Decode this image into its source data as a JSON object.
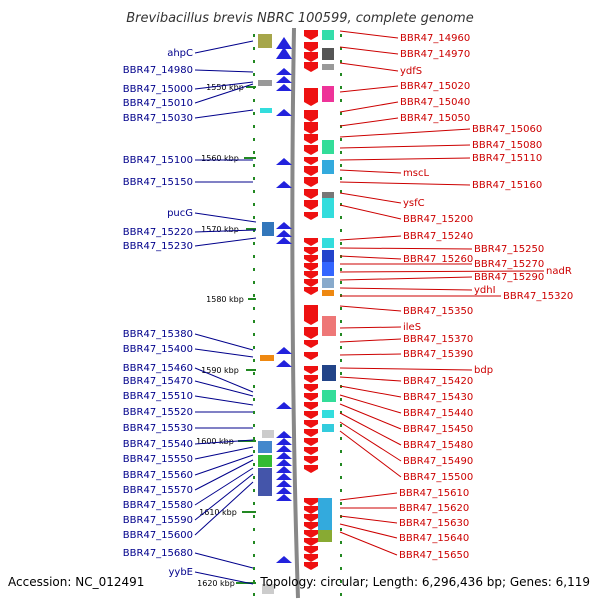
{
  "title": "Brevibacillus brevis NBRC 100599, complete genome",
  "footer": {
    "accession": "Accession: NC_012491",
    "topology": "Topology: circular; Length: 6,296,436 bp; Genes: 6,119"
  },
  "colors": {
    "forward_strand": "#2222dd",
    "reverse_strand": "#ee1111",
    "left_label": "#00008b",
    "right_label": "#cc0000",
    "backbone": "#888888",
    "tick": "#228822"
  },
  "scale_ticks": [
    "1550 kbp",
    "1560 kbp",
    "1570 kbp",
    "1580 kbp",
    "1590 kbp",
    "1600 kbp",
    "1610 kbp",
    "1620 kbp"
  ],
  "left_labels": [
    "ahpC",
    "BBR47_14980",
    "BBR47_15000",
    "BBR47_15010",
    "BBR47_15030",
    "BBR47_15100",
    "BBR47_15150",
    "pucG",
    "BBR47_15220",
    "BBR47_15230",
    "BBR47_15380",
    "BBR47_15400",
    "BBR47_15460",
    "BBR47_15470",
    "BBR47_15510",
    "BBR47_15520",
    "BBR47_15530",
    "BBR47_15540",
    "BBR47_15550",
    "BBR47_15560",
    "BBR47_15570",
    "BBR47_15580",
    "BBR47_15590",
    "BBR47_15600",
    "BBR47_15680",
    "yybE"
  ],
  "right_labels": [
    "BBR47_14960",
    "BBR47_14970",
    "ydfS",
    "BBR47_15020",
    "BBR47_15040",
    "BBR47_15050",
    "BBR47_15060",
    "BBR47_15080",
    "BBR47_15110",
    "mscL",
    "BBR47_15160",
    "ysfC",
    "BBR47_15200",
    "BBR47_15240",
    "BBR47_15250",
    "BBR47_15260",
    "BBR47_15270",
    "nadR",
    "BBR47_15290",
    "ydhI",
    "BBR47_15320",
    "BBR47_15350",
    "ileS",
    "BBR47_15370",
    "BBR47_15390",
    "bdp",
    "BBR47_15420",
    "BBR47_15430",
    "BBR47_15440",
    "BBR47_15450",
    "BBR47_15480",
    "BBR47_15490",
    "BBR47_15500",
    "BBR47_15610",
    "BBR47_15620",
    "BBR47_15630",
    "BBR47_15640",
    "BBR47_15650"
  ]
}
